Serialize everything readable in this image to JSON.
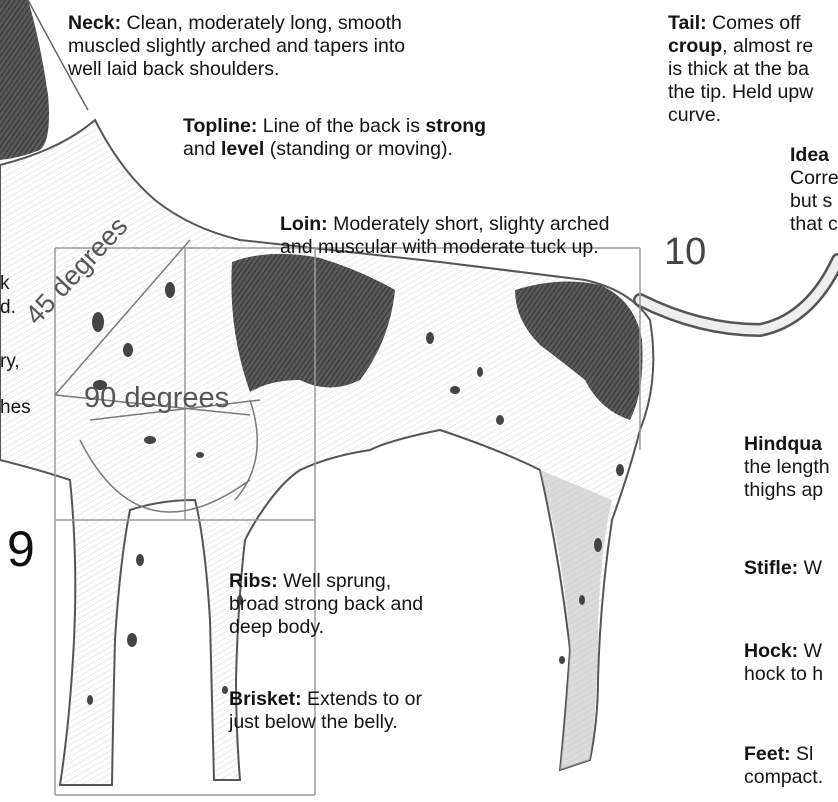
{
  "neck": {
    "term": "Neck:",
    "line1": " Clean, moderately long, smooth",
    "line2": "muscled slightly arched and tapers into",
    "line3": "well laid back shoulders."
  },
  "topline": {
    "term": "Topline:",
    "t1": " Line of the back is ",
    "strong": "strong",
    "t2": "and ",
    "level": "level",
    "t3": " (standing or moving)."
  },
  "loin": {
    "term": "Loin:",
    "line1": " Moderately short, slighty arched",
    "line2": "and muscular with moderate tuck up."
  },
  "tail": {
    "term": "Tail:",
    "line1": " Comes off",
    "croup": "croup",
    "line2": ", almost re",
    "line3": "is thick at the ba",
    "line4": "the tip. Held upw",
    "line5": "curve."
  },
  "ideal": {
    "term": "Idea",
    "line1": "Corre",
    "line2": "but s",
    "line3": "that c"
  },
  "left_fragments": [
    "k",
    "d.",
    "ry,",
    "hes"
  ],
  "hindquarters": {
    "term": "Hindqua",
    "line1": "the length",
    "line2": "thighs ap"
  },
  "stifle": {
    "term": "Stifle:",
    "text": " W"
  },
  "hock": {
    "term": "Hock:",
    "text": " W",
    "line2": "hock to h"
  },
  "feet": {
    "term": "Feet:",
    "text": " Sl",
    "line2": "compact."
  },
  "ribs": {
    "term": "Ribs:",
    "line1": " Well sprung,",
    "line2": "broad strong back and",
    "line3": "deep body."
  },
  "brisket": {
    "term": "Brisket:",
    "line1": " Extends to or",
    "line2": "just below the belly."
  },
  "labels": {
    "ten": "10",
    "nine": "9",
    "deg45": "45 degrees",
    "deg90": "90 degrees"
  }
}
